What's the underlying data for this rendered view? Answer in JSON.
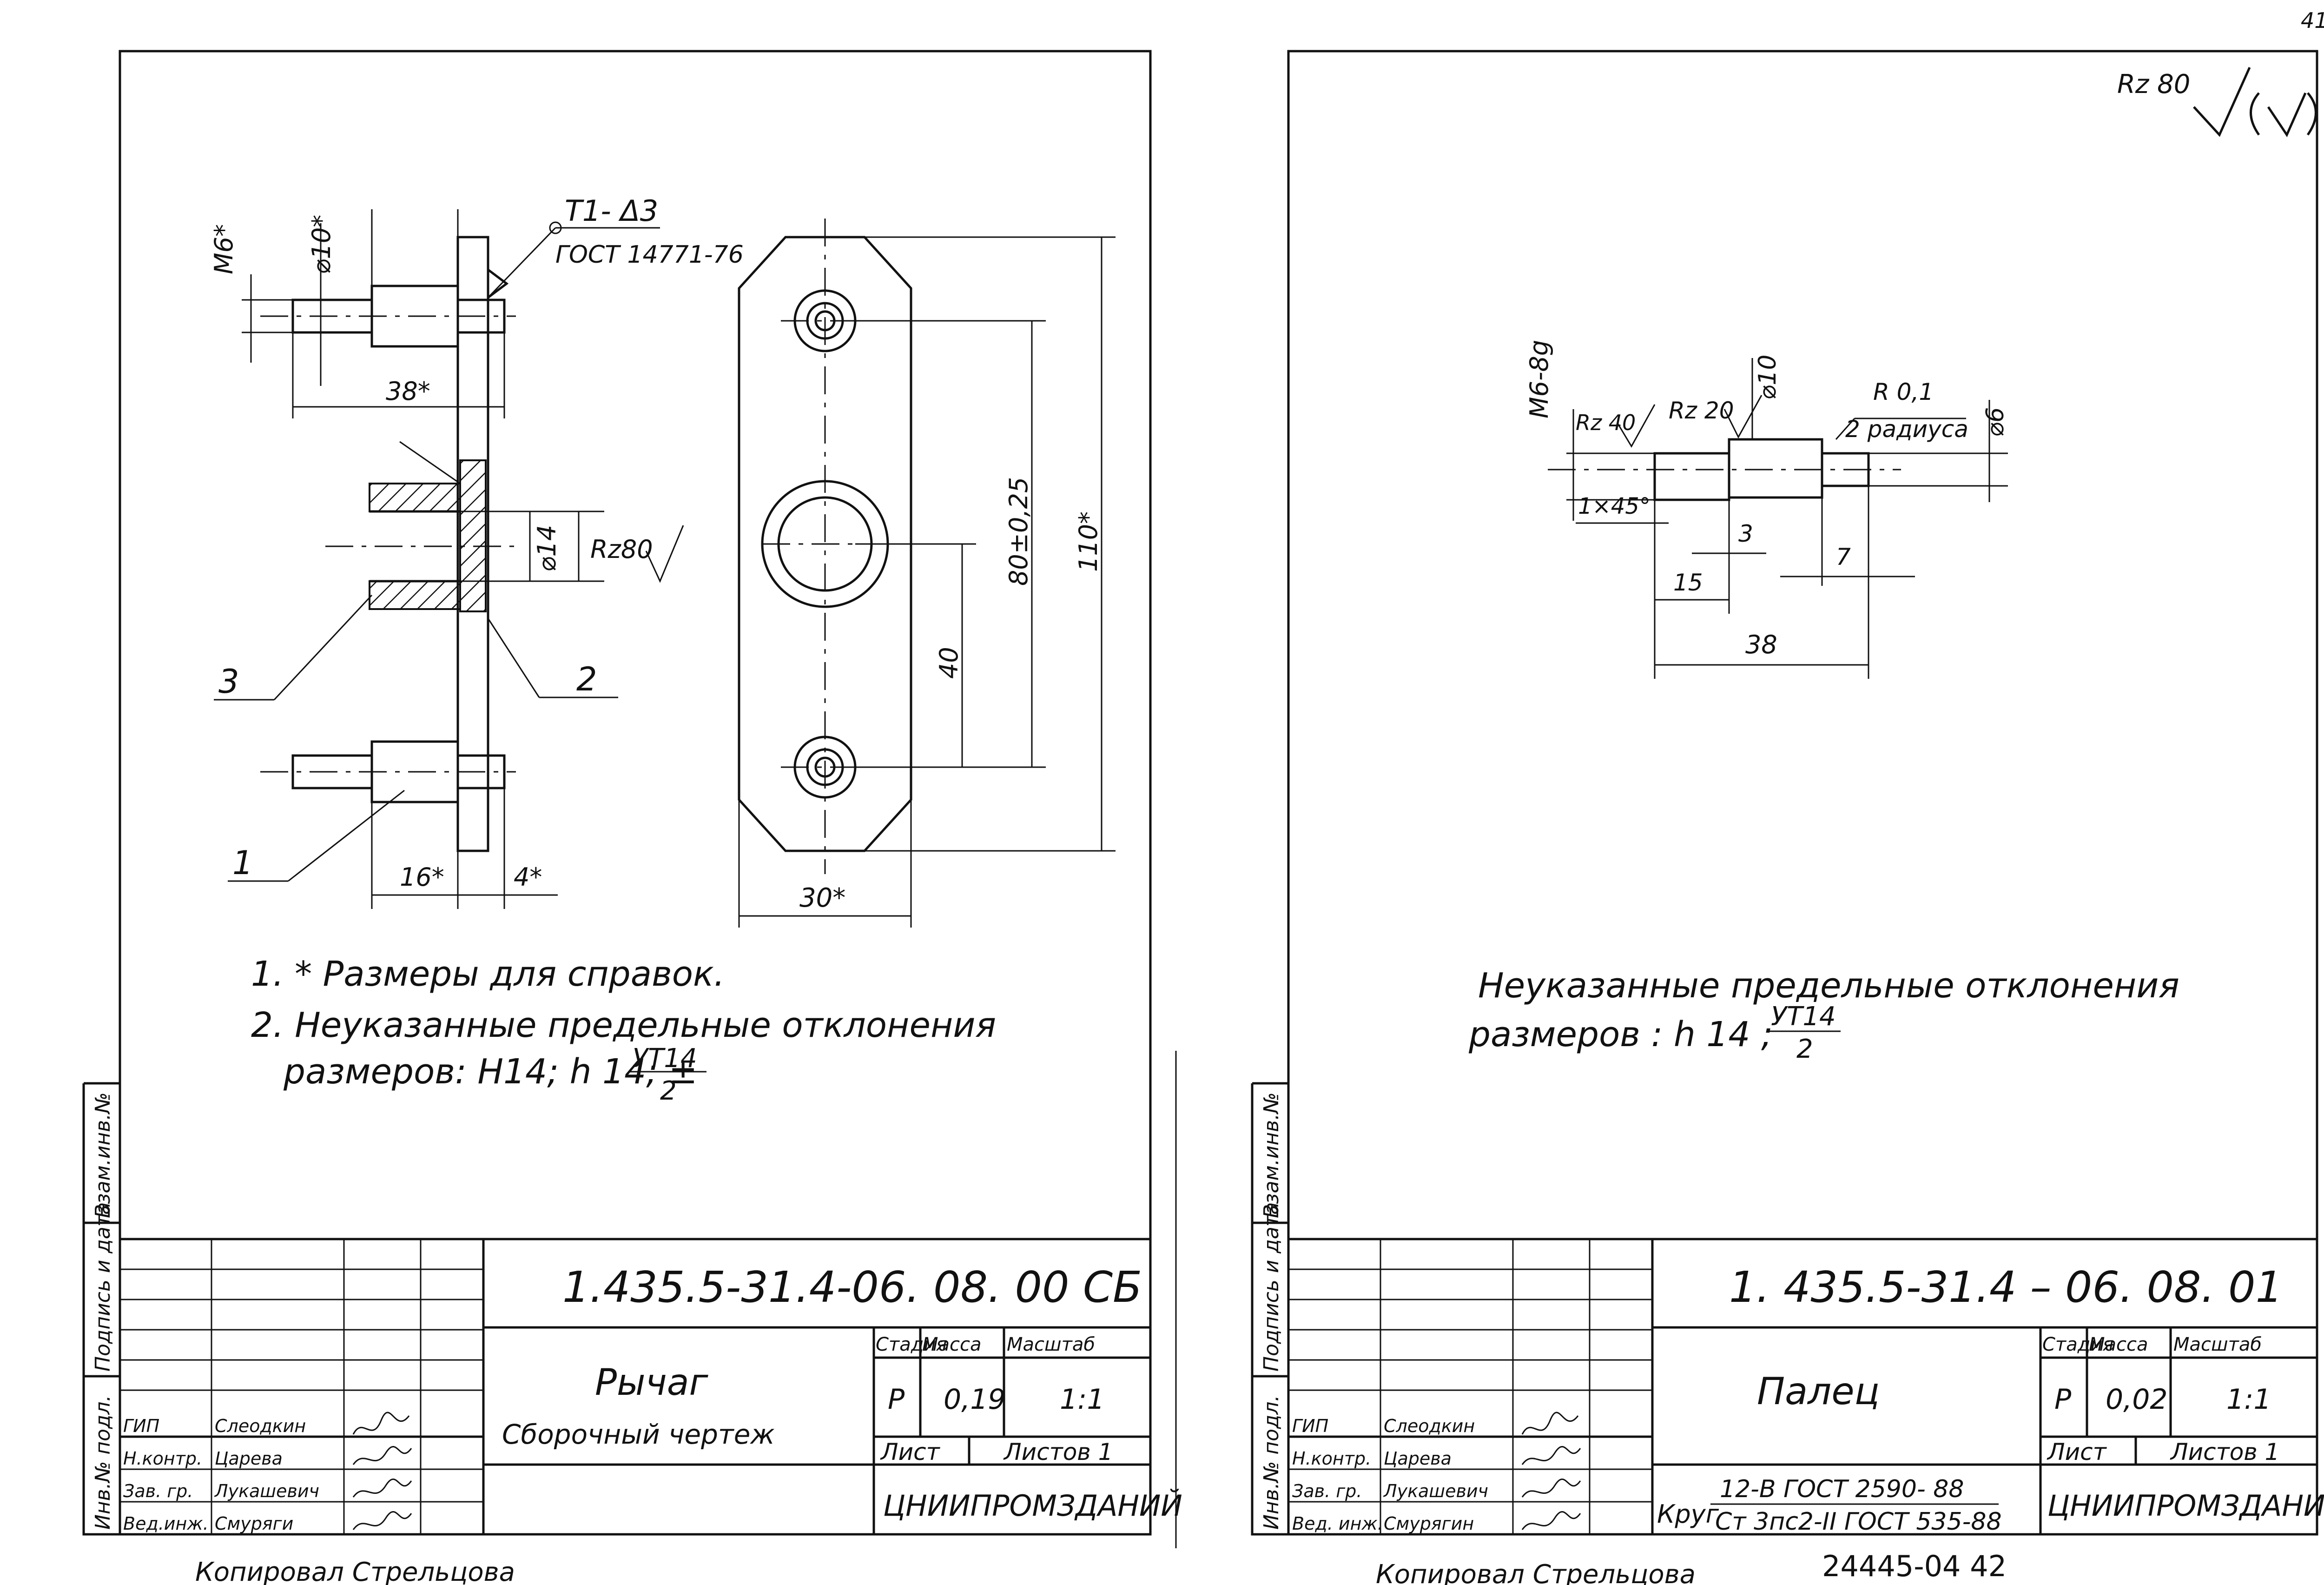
{
  "page_number": "41",
  "bottom_number": "24445-04  42",
  "left_sheet": {
    "dims": {
      "m6": "M6*",
      "d10": "⌀10*",
      "weld1": "T1- Δ3",
      "weld2": "ГОСТ 14771-76",
      "d38": "38*",
      "d14": "⌀14",
      "rz80": "Rz80",
      "d16": "16*",
      "d4": "4*",
      "d80": "80±0,25",
      "d110": "110*",
      "d40": "40",
      "d30": "30*",
      "pos1": "1",
      "pos2": "2",
      "pos3": "3"
    },
    "notes": [
      "1. * Размеры  для  справок.",
      "2. Неуказанные  предельные  отклонения",
      "размеров:  Н14;  h 14;  ±"
    ],
    "note_frac_num": "УТ14",
    "note_frac_den": "2",
    "designation": "1.435.5-31.4-06. 08. 00 СБ",
    "name1": "Рычаг",
    "name2": "Сборочный  чертеж",
    "hdr_stage": "Стадия",
    "hdr_mass": "Масса",
    "hdr_scale": "Масштаб",
    "stage": "Р",
    "mass": "0,19",
    "scale": "1:1",
    "sheet": "Лист",
    "sheets": "Листов 1",
    "org": "ЦНИИПРОМЗДАНИЙ",
    "roles": [
      "ГИП",
      "Н.контр.",
      "Зав. гр.",
      "Вед.инж."
    ],
    "people": [
      "Слеодкин",
      "Царева",
      "Лукашевич",
      "Смуряги"
    ],
    "side_stamp": [
      "Инв.№ подл.",
      "Подпись и дата",
      "Взам.инв.№"
    ],
    "bottom_text": "Копировал   Стрельцова"
  },
  "right_sheet": {
    "roughness_corner": "Rz 80",
    "dims": {
      "m6": "M6-8g",
      "rz40": "Rz 40",
      "rz20": "Rz 20",
      "d10": "⌀10",
      "r01": "R 0,1",
      "radius2": "2 радиуса",
      "d6": "⌀6",
      "ch": "1×45°",
      "d3": "3",
      "d7": "7",
      "d15": "15",
      "d38": "38"
    },
    "notes": [
      "Неуказанные   предельные  отклонения",
      "размеров :  h 14 ;"
    ],
    "note_frac_num": "УТ14",
    "note_frac_den": "2",
    "designation": "1. 435.5-31.4 – 06. 08. 01",
    "name1": "Палец",
    "material_prefix": "Круг",
    "material_num": "12-В ГОСТ 2590- 88",
    "material_den": "Ст 3пс2-II  ГОСТ 535-88",
    "hdr_stage": "Стадия",
    "hdr_mass": "Масса",
    "hdr_scale": "Масштаб",
    "stage": "Р",
    "mass": "0,02",
    "scale": "1:1",
    "sheet": "Лист",
    "sheets": "Листов 1",
    "org": "ЦНИИПРОМЗДАНИЙ",
    "roles": [
      "ГИП",
      "Н.контр.",
      "Зав. гр.",
      "Вед. инж."
    ],
    "people": [
      "Слеодкин",
      "Царева",
      "Лукашевич",
      "Смурягин"
    ],
    "side_stamp": [
      "Инв.№ подл.",
      "Подпись и дата",
      "Взам.инв.№"
    ],
    "bottom_text": "Копировал   Стрельцова"
  }
}
